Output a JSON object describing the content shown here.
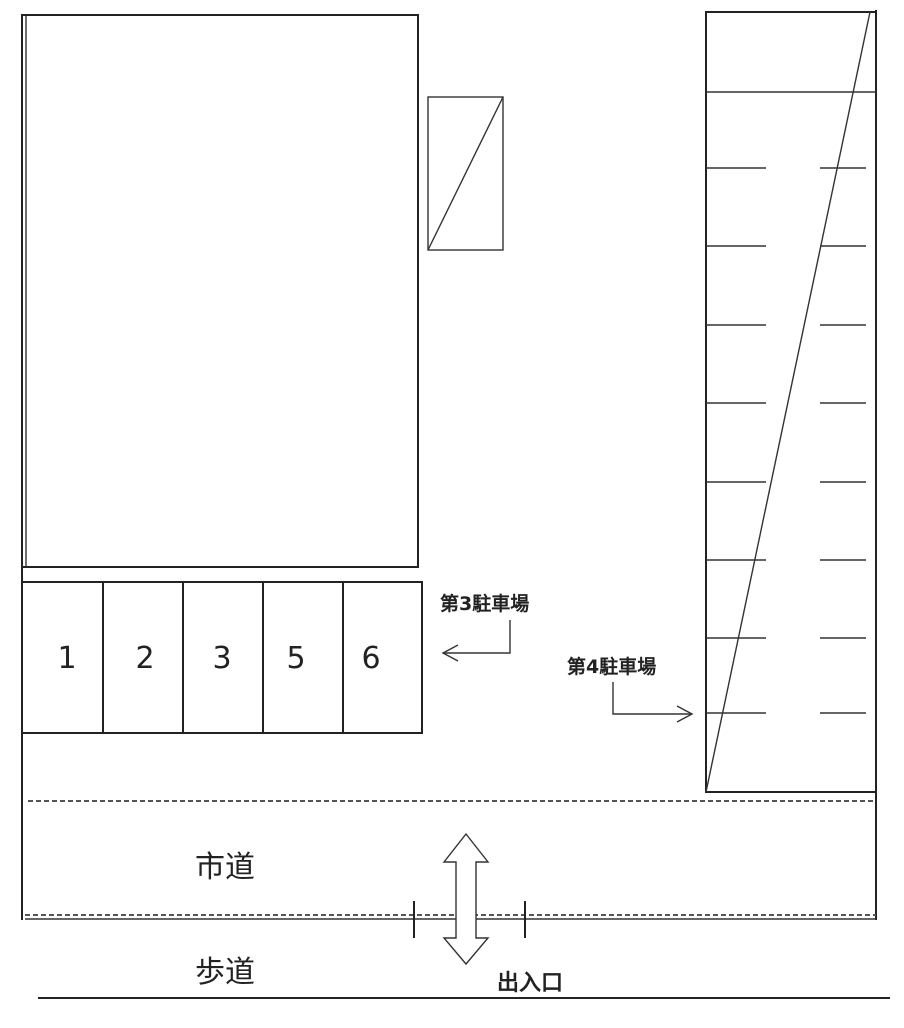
{
  "parking3": {
    "label": "第3駐車場",
    "spaces": [
      "1",
      "2",
      "3",
      "5",
      "6"
    ]
  },
  "parking4": {
    "label": "第4駐車場"
  },
  "roads": {
    "city_road": "市道",
    "sidewalk": "歩道",
    "entrance": "出入口"
  }
}
